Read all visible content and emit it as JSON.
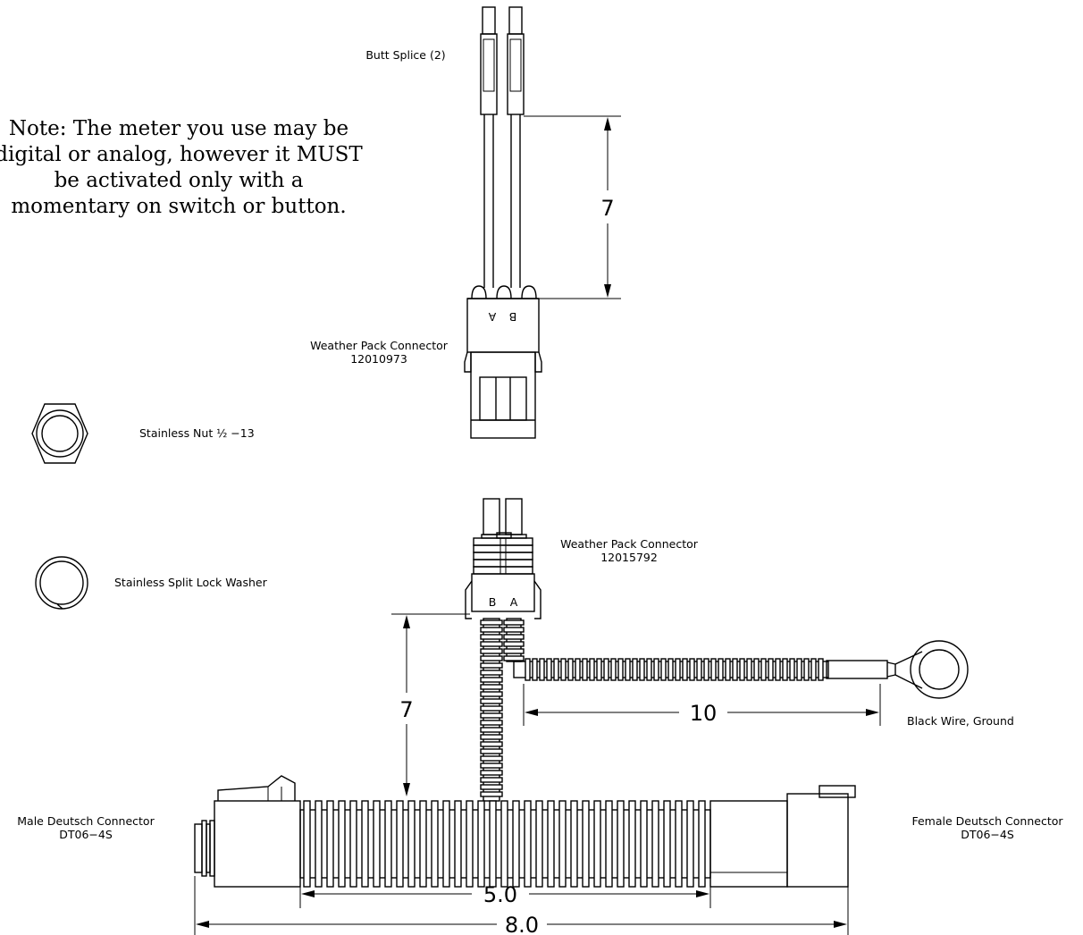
{
  "note": "Note: The meter you use may be\ndigital or analog, however it MUST\nbe activated only with a\nmomentary on switch or button.",
  "labels": {
    "butt_splice": "Butt Splice (2)",
    "wp_connector_top": "Weather Pack Connector",
    "wp_connector_top_pn": "12010973",
    "stainless_nut": "Stainless Nut ½ −13",
    "wp_connector_mid": "Weather Pack Connector",
    "wp_connector_mid_pn": "12015792",
    "lock_washer": "Stainless Split Lock Washer",
    "black_wire": "Black Wire, Ground",
    "male_deutsch": "Male Deutsch Connector",
    "male_deutsch_pn": "DT06−4S",
    "female_deutsch": "Female Deutsch Connector",
    "female_deutsch_pn": "DT06−4S",
    "pin_b_top": "B",
    "pin_a_top": "A",
    "pin_b_mid": "B",
    "pin_a_mid": "A"
  },
  "dimensions": {
    "top_lead": "7",
    "mid_lead": "7",
    "ground_lead": "10",
    "inner_span": "5.0",
    "overall_span": "8.0"
  }
}
